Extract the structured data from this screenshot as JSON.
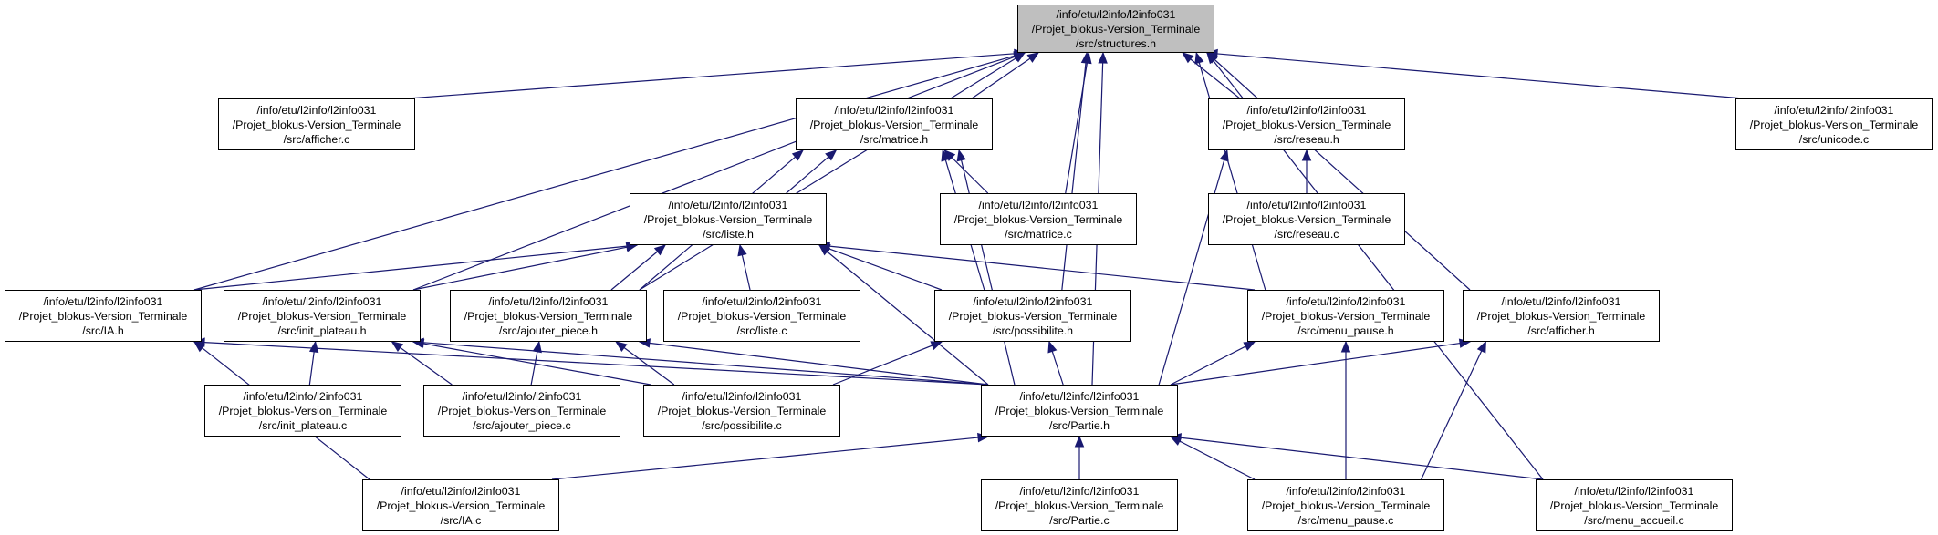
{
  "graph": {
    "edge_color": "#191970",
    "root_fill": "#bfbfbf",
    "node_fill": "#ffffff",
    "nodes": [
      {
        "id": "structures_h",
        "root": true,
        "lines": [
          "/info/etu/l2info/l2info031",
          "/Projet_blokus-Version_Terminale",
          "/src/structures.h"
        ]
      },
      {
        "id": "afficher_c",
        "lines": [
          "/info/etu/l2info/l2info031",
          "/Projet_blokus-Version_Terminale",
          "/src/afficher.c"
        ]
      },
      {
        "id": "matrice_h",
        "lines": [
          "/info/etu/l2info/l2info031",
          "/Projet_blokus-Version_Terminale",
          "/src/matrice.h"
        ]
      },
      {
        "id": "reseau_h",
        "lines": [
          "/info/etu/l2info/l2info031",
          "/Projet_blokus-Version_Terminale",
          "/src/reseau.h"
        ]
      },
      {
        "id": "unicode_c",
        "lines": [
          "/info/etu/l2info/l2info031",
          "/Projet_blokus-Version_Terminale",
          "/src/unicode.c"
        ]
      },
      {
        "id": "liste_h",
        "lines": [
          "/info/etu/l2info/l2info031",
          "/Projet_blokus-Version_Terminale",
          "/src/liste.h"
        ]
      },
      {
        "id": "matrice_c",
        "lines": [
          "/info/etu/l2info/l2info031",
          "/Projet_blokus-Version_Terminale",
          "/src/matrice.c"
        ]
      },
      {
        "id": "reseau_c",
        "lines": [
          "/info/etu/l2info/l2info031",
          "/Projet_blokus-Version_Terminale",
          "/src/reseau.c"
        ]
      },
      {
        "id": "IA_h",
        "lines": [
          "/info/etu/l2info/l2info031",
          "/Projet_blokus-Version_Terminale",
          "/src/IA.h"
        ]
      },
      {
        "id": "init_plateau_h",
        "lines": [
          "/info/etu/l2info/l2info031",
          "/Projet_blokus-Version_Terminale",
          "/src/init_plateau.h"
        ]
      },
      {
        "id": "ajouter_piece_h",
        "lines": [
          "/info/etu/l2info/l2info031",
          "/Projet_blokus-Version_Terminale",
          "/src/ajouter_piece.h"
        ]
      },
      {
        "id": "liste_c",
        "lines": [
          "/info/etu/l2info/l2info031",
          "/Projet_blokus-Version_Terminale",
          "/src/liste.c"
        ]
      },
      {
        "id": "possibilite_h",
        "lines": [
          "/info/etu/l2info/l2info031",
          "/Projet_blokus-Version_Terminale",
          "/src/possibilite.h"
        ]
      },
      {
        "id": "menu_pause_h",
        "lines": [
          "/info/etu/l2info/l2info031",
          "/Projet_blokus-Version_Terminale",
          "/src/menu_pause.h"
        ]
      },
      {
        "id": "afficher_h",
        "lines": [
          "/info/etu/l2info/l2info031",
          "/Projet_blokus-Version_Terminale",
          "/src/afficher.h"
        ]
      },
      {
        "id": "init_plateau_c",
        "lines": [
          "/info/etu/l2info/l2info031",
          "/Projet_blokus-Version_Terminale",
          "/src/init_plateau.c"
        ]
      },
      {
        "id": "ajouter_piece_c",
        "lines": [
          "/info/etu/l2info/l2info031",
          "/Projet_blokus-Version_Terminale",
          "/src/ajouter_piece.c"
        ]
      },
      {
        "id": "possibilite_c",
        "lines": [
          "/info/etu/l2info/l2info031",
          "/Projet_blokus-Version_Terminale",
          "/src/possibilite.c"
        ]
      },
      {
        "id": "Partie_h",
        "lines": [
          "/info/etu/l2info/l2info031",
          "/Projet_blokus-Version_Terminale",
          "/src/Partie.h"
        ]
      },
      {
        "id": "IA_c",
        "lines": [
          "/info/etu/l2info/l2info031",
          "/Projet_blokus-Version_Terminale",
          "/src/IA.c"
        ]
      },
      {
        "id": "Partie_c",
        "lines": [
          "/info/etu/l2info/l2info031",
          "/Projet_blokus-Version_Terminale",
          "/src/Partie.c"
        ]
      },
      {
        "id": "menu_pause_c",
        "lines": [
          "/info/etu/l2info/l2info031",
          "/Projet_blokus-Version_Terminale",
          "/src/menu_pause.c"
        ]
      },
      {
        "id": "menu_accueil_c",
        "lines": [
          "/info/etu/l2info/l2info031",
          "/Projet_blokus-Version_Terminale",
          "/src/menu_accueil.c"
        ]
      }
    ],
    "edges": [
      [
        "afficher_c",
        "structures_h"
      ],
      [
        "matrice_h",
        "structures_h"
      ],
      [
        "reseau_h",
        "structures_h"
      ],
      [
        "unicode_c",
        "structures_h"
      ],
      [
        "matrice_c",
        "structures_h"
      ],
      [
        "IA_h",
        "structures_h"
      ],
      [
        "init_plateau_h",
        "structures_h"
      ],
      [
        "ajouter_piece_h",
        "structures_h"
      ],
      [
        "possibilite_h",
        "structures_h"
      ],
      [
        "menu_pause_h",
        "structures_h"
      ],
      [
        "afficher_h",
        "structures_h"
      ],
      [
        "menu_accueil_c",
        "structures_h"
      ],
      [
        "Partie_h",
        "structures_h"
      ],
      [
        "liste_h",
        "matrice_h"
      ],
      [
        "matrice_c",
        "matrice_h"
      ],
      [
        "ajouter_piece_h",
        "matrice_h"
      ],
      [
        "possibilite_h",
        "matrice_h"
      ],
      [
        "Partie_h",
        "matrice_h"
      ],
      [
        "reseau_c",
        "reseau_h"
      ],
      [
        "Partie_h",
        "reseau_h"
      ],
      [
        "IA_h",
        "liste_h"
      ],
      [
        "init_plateau_h",
        "liste_h"
      ],
      [
        "ajouter_piece_h",
        "liste_h"
      ],
      [
        "liste_c",
        "liste_h"
      ],
      [
        "possibilite_h",
        "liste_h"
      ],
      [
        "menu_pause_h",
        "liste_h"
      ],
      [
        "Partie_h",
        "liste_h"
      ],
      [
        "IA_c",
        "IA_h"
      ],
      [
        "Partie_h",
        "IA_h"
      ],
      [
        "init_plateau_c",
        "init_plateau_h"
      ],
      [
        "ajouter_piece_c",
        "init_plateau_h"
      ],
      [
        "possibilite_c",
        "init_plateau_h"
      ],
      [
        "Partie_h",
        "init_plateau_h"
      ],
      [
        "ajouter_piece_c",
        "ajouter_piece_h"
      ],
      [
        "possibilite_c",
        "ajouter_piece_h"
      ],
      [
        "Partie_h",
        "ajouter_piece_h"
      ],
      [
        "possibilite_c",
        "possibilite_h"
      ],
      [
        "Partie_h",
        "possibilite_h"
      ],
      [
        "menu_pause_c",
        "menu_pause_h"
      ],
      [
        "Partie_h",
        "menu_pause_h"
      ],
      [
        "menu_pause_c",
        "afficher_h"
      ],
      [
        "Partie_h",
        "afficher_h"
      ],
      [
        "IA_c",
        "Partie_h"
      ],
      [
        "Partie_c",
        "Partie_h"
      ],
      [
        "menu_pause_c",
        "Partie_h"
      ],
      [
        "menu_accueil_c",
        "Partie_h"
      ]
    ]
  }
}
